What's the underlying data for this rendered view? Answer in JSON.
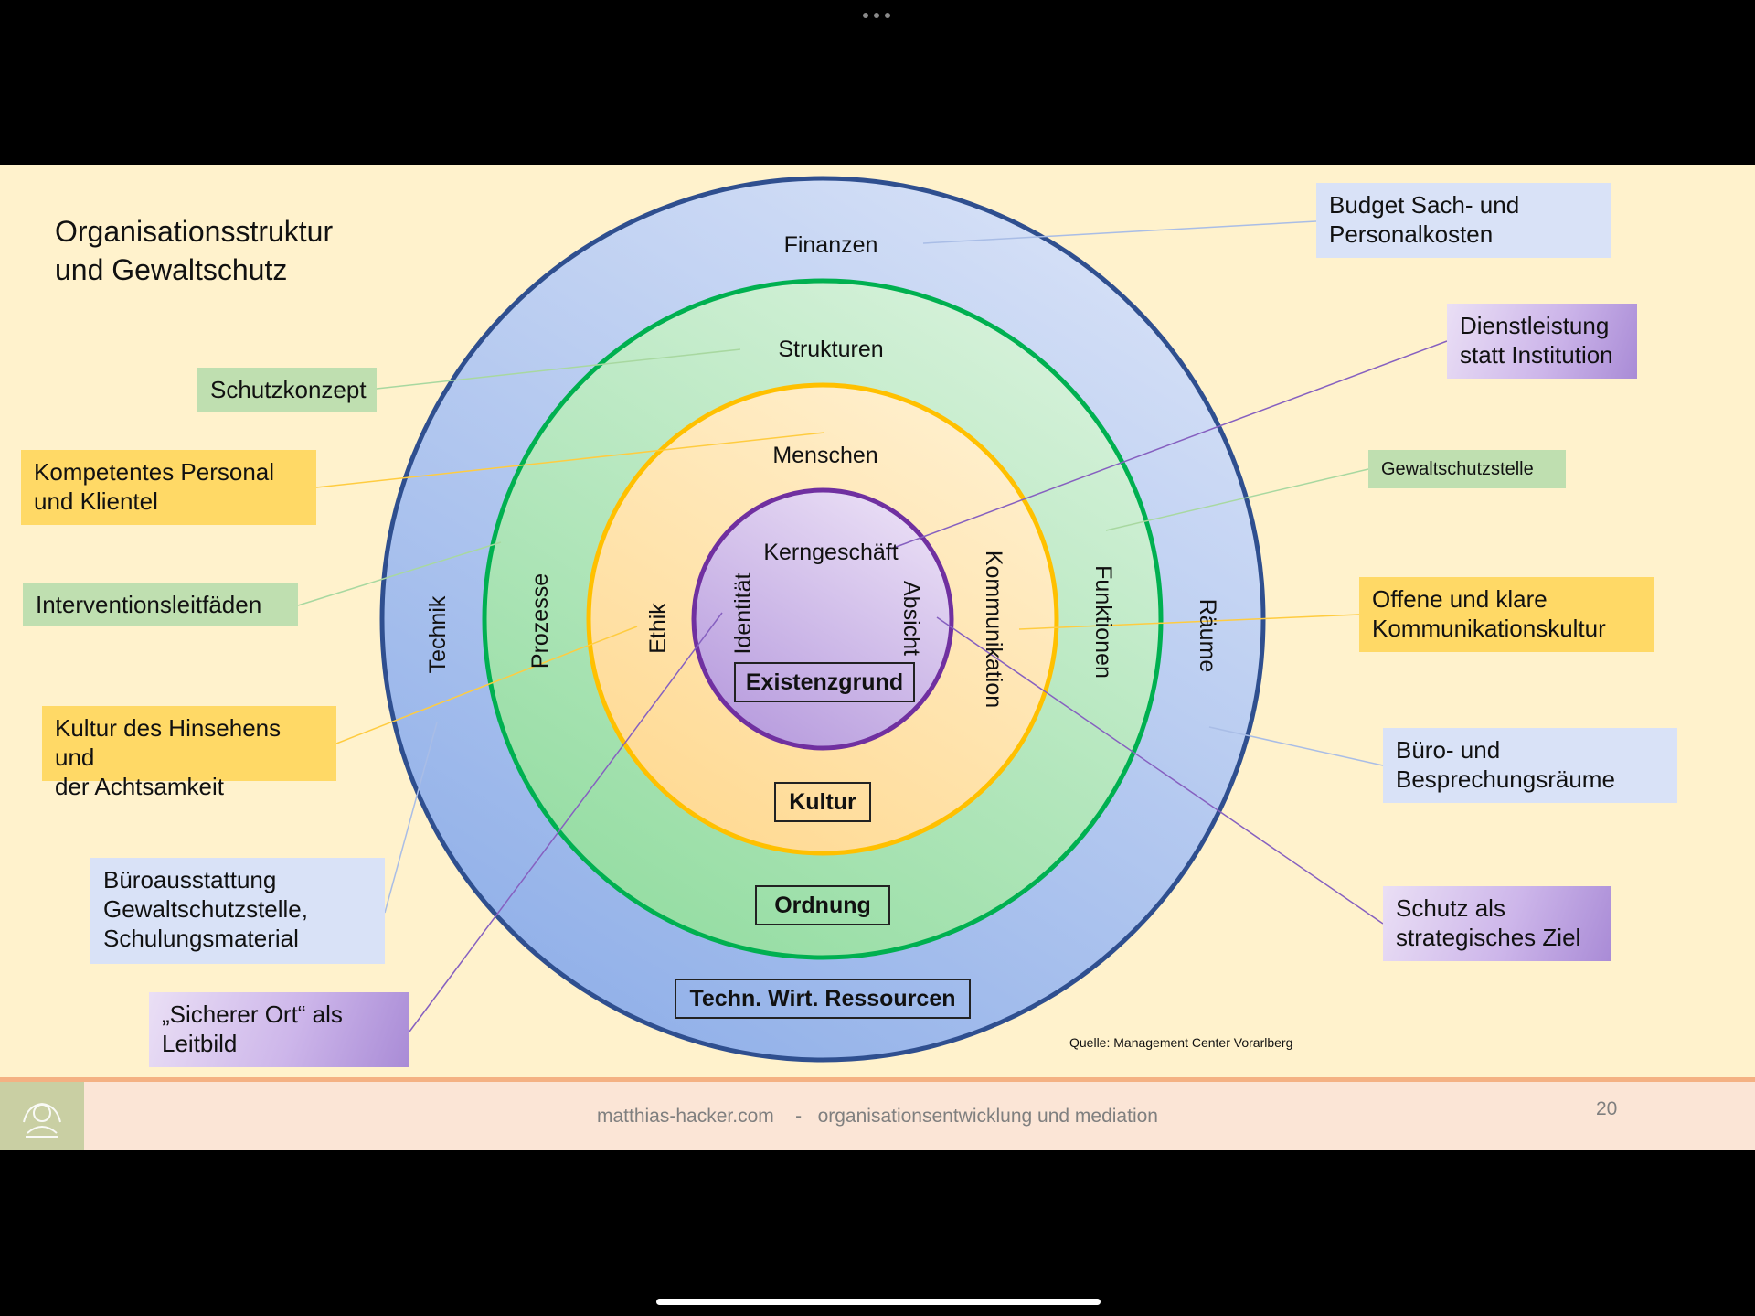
{
  "title": "Organisationsstruktur\nund Gewaltschutz",
  "rings": {
    "outer": {
      "top": "Finanzen",
      "left": "Technik",
      "right": "Räume",
      "tag": "Techn. Wirt. Ressourcen",
      "color": "#2f4f8f"
    },
    "second": {
      "top": "Strukturen",
      "left": "Prozesse",
      "right": "Funktionen",
      "tag": "Ordnung",
      "color": "#00b050"
    },
    "third": {
      "top": "Menschen",
      "left": "Ethik",
      "right": "Kommunikation",
      "tag": "Kultur",
      "color": "#ffc000"
    },
    "core": {
      "top": "Kerngeschäft",
      "left": "Identität",
      "right": "Absicht",
      "tag": "Existenzgrund",
      "color": "#7030a0"
    }
  },
  "callouts": {
    "budget": "Budget Sach- und\nPersonalkosten",
    "dienstleistung": "Dienstleistung\nstatt Institution",
    "gewaltschutzstelle": "Gewaltschutzstelle",
    "kommunikationskultur": "Offene und klare\nKommunikationskultur",
    "buero_raeume": "Büro- und\nBesprechungsräume",
    "schutz_ziel": "Schutz als\nstrategisches Ziel",
    "schutzkonzept": "Schutzkonzept",
    "personal": "Kompetentes Personal\nund Klientel",
    "interventionsleitfaeden": "Interventionsleitfäden",
    "kultur_hinsehen": "Kultur des Hinsehens und\nder Achtsamkeit",
    "bueroausstattung": "Büroausstattung\nGewaltschutzstelle,\nSchulungsmaterial",
    "sicherer_ort": "„Sicherer Ort“ als\nLeitbild"
  },
  "source": "Quelle: Management Center Vorarlberg",
  "footer": {
    "text": "matthias-hacker.com    -   organisationsentwicklung und mediation",
    "page": "20"
  },
  "icons": {
    "logo": "mediation-logo-icon",
    "menu": "more-dots-icon"
  }
}
